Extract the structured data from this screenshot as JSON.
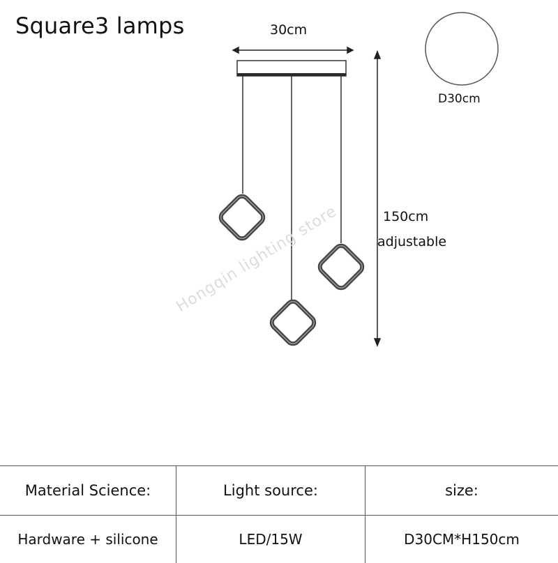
{
  "title": "Square3 lamps",
  "dimensions": {
    "width_label": "30cm",
    "canopy_diameter_label": "D30cm",
    "height_label": "150cm",
    "height_note": "adjustable"
  },
  "watermark": "Hongqin lighting store",
  "specs": {
    "headers": [
      "Material Science:",
      "Light source:",
      "size:"
    ],
    "values": [
      "Hardware + silicone",
      "LED/15W",
      "D30CM*H150cm"
    ]
  }
}
